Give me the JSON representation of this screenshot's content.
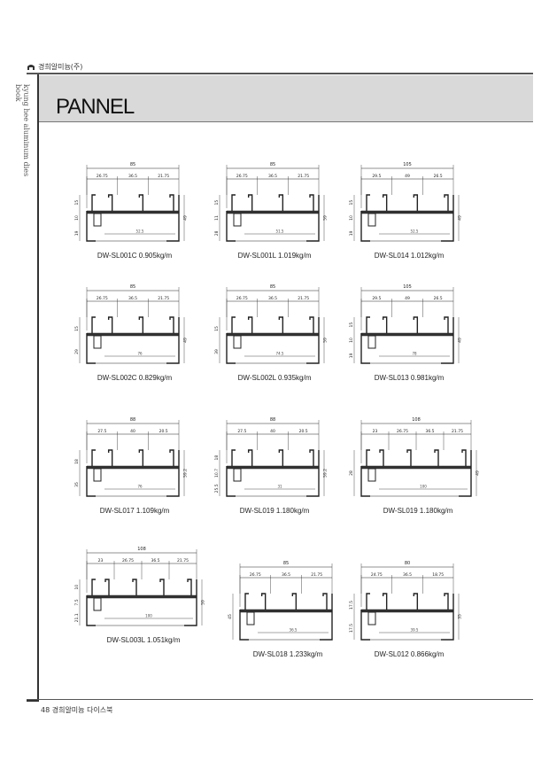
{
  "header": {
    "company": "경희알미늄(주)",
    "side_label": "kyung hee aluminum dies book",
    "title": "PANNEL"
  },
  "footer": {
    "page_text": "48 경희알미늄 다이스북"
  },
  "profiles": [
    {
      "caption": "DW-SL001C 0.905kg/m",
      "total": "85",
      "dims": [
        "26.75",
        "36.5",
        "21.75"
      ],
      "sub": "52.5",
      "left": [
        "15",
        "10",
        "19"
      ],
      "right": "49"
    },
    {
      "caption": "DW-SL001L 1.019kg/m",
      "total": "85",
      "dims": [
        "26.75",
        "36.5",
        "21.75"
      ],
      "sub": "51.5",
      "left": [
        "15",
        "11",
        "28"
      ],
      "right": "59"
    },
    {
      "caption": "DW-SL014 1.012kg/m",
      "total": "105",
      "dims": [
        "29.5",
        "49",
        "26.5"
      ],
      "sub": "52.5",
      "left": [
        "15",
        "10",
        "19"
      ],
      "right": "49"
    },
    {
      "caption": "DW-SL002C 0.829kg/m",
      "total": "85",
      "dims": [
        "26.75",
        "36.5",
        "21.75"
      ],
      "sub": "76",
      "left": [
        "15",
        "29"
      ],
      "right": "49"
    },
    {
      "caption": "DW-SL002L 0.935kg/m",
      "total": "85",
      "dims": [
        "26.75",
        "36.5",
        "21.75"
      ],
      "sub": "74.5",
      "left": [
        "15",
        "39"
      ],
      "right": "59"
    },
    {
      "caption": "DW-SL013 0.981kg/m",
      "total": "105",
      "dims": [
        "29.5",
        "49",
        "26.5"
      ],
      "sub": "78",
      "left": [
        "15",
        "10",
        "19"
      ],
      "right": "49"
    },
    {
      "caption": "DW-SL017 1.109kg/m",
      "total": "88",
      "dims": [
        "27.5",
        "40",
        "20.5"
      ],
      "sub": "76",
      "left": [
        "18",
        "35"
      ],
      "right": "59.2"
    },
    {
      "caption": "DW-SL019 1.180kg/m",
      "total": "88",
      "dims": [
        "27.5",
        "40",
        "20.5"
      ],
      "sub": "31",
      "left": [
        "18",
        "10.7",
        "25.5"
      ],
      "right": "59.2"
    },
    {
      "caption": "DW-SL019 1.180kg/m",
      "total": "108",
      "dims": [
        "23",
        "26.75",
        "36.5",
        "21.75"
      ],
      "sub": "100",
      "left": [
        "28"
      ],
      "right": "49"
    },
    {
      "caption": "DW-SL003L 1.051kg/m",
      "total": "108",
      "dims": [
        "23",
        "26.75",
        "36.5",
        "21.75"
      ],
      "sub": "100",
      "left": [
        "10",
        "7.5",
        "21.1"
      ],
      "right": "59"
    },
    {
      "caption": "DW-SL018 1.233kg/m",
      "total": "85",
      "dims": [
        "26.75",
        "36.5",
        "21.75"
      ],
      "sub": "36.5",
      "left": [
        "45"
      ],
      "right": ""
    },
    {
      "caption": "DW-SL012 0.866kg/m",
      "total": "80",
      "dims": [
        "24.75",
        "36.5",
        "18.75"
      ],
      "sub": "39.5",
      "left": [
        "17.5",
        "17.5"
      ],
      "right": "35"
    }
  ]
}
